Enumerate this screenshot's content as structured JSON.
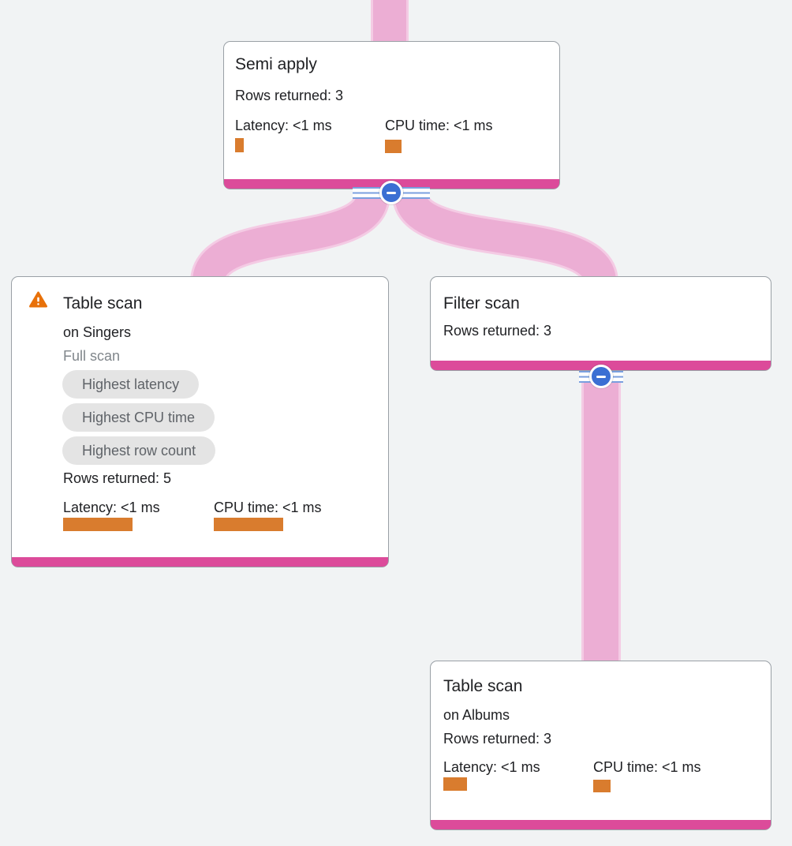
{
  "colors": {
    "background": "#f1f3f4",
    "card_background": "#ffffff",
    "card_border": "#9aa0a6",
    "accent_bar_pink": "#dc4b9a",
    "edge_fill_pink": "#ecaed4",
    "edge_border_pink": "#f4cbe4",
    "metric_bar_orange": "#d97c2e",
    "collapse_button_blue": "#3b6fd3",
    "stripe_blue": "#7a9fdf",
    "warning_orange": "#e8710a",
    "badge_background": "#e4e4e4",
    "badge_text": "#5f6368",
    "muted_text": "#80868b",
    "text": "#202124"
  },
  "nodes": {
    "semi_apply": {
      "title": "Semi apply",
      "rows_returned": "Rows returned: 3",
      "latency_label": "Latency: <1 ms",
      "cpu_label": "CPU time: <1 ms",
      "latency_bar_style": "width:11px",
      "cpu_bar_style": "width:21px"
    },
    "table_scan_singers": {
      "title": "Table scan",
      "subtitle": "on Singers",
      "scan_type": "Full scan",
      "badges": [
        "Highest latency",
        "Highest CPU time",
        "Highest row count"
      ],
      "rows_returned": "Rows returned: 5",
      "latency_label": "Latency: <1 ms",
      "cpu_label": "CPU time: <1 ms",
      "latency_bar_style": "width:88px",
      "cpu_bar_style": "width:88px"
    },
    "filter_scan": {
      "title": "Filter scan",
      "rows_returned": "Rows returned: 3"
    },
    "table_scan_albums": {
      "title": "Table scan",
      "subtitle": "on Albums",
      "rows_returned": "Rows returned: 3",
      "latency_label": "Latency: <1 ms",
      "cpu_label": "CPU time: <1 ms",
      "latency_bar_style": "width:30px",
      "cpu_bar_style": "width:22px"
    }
  }
}
